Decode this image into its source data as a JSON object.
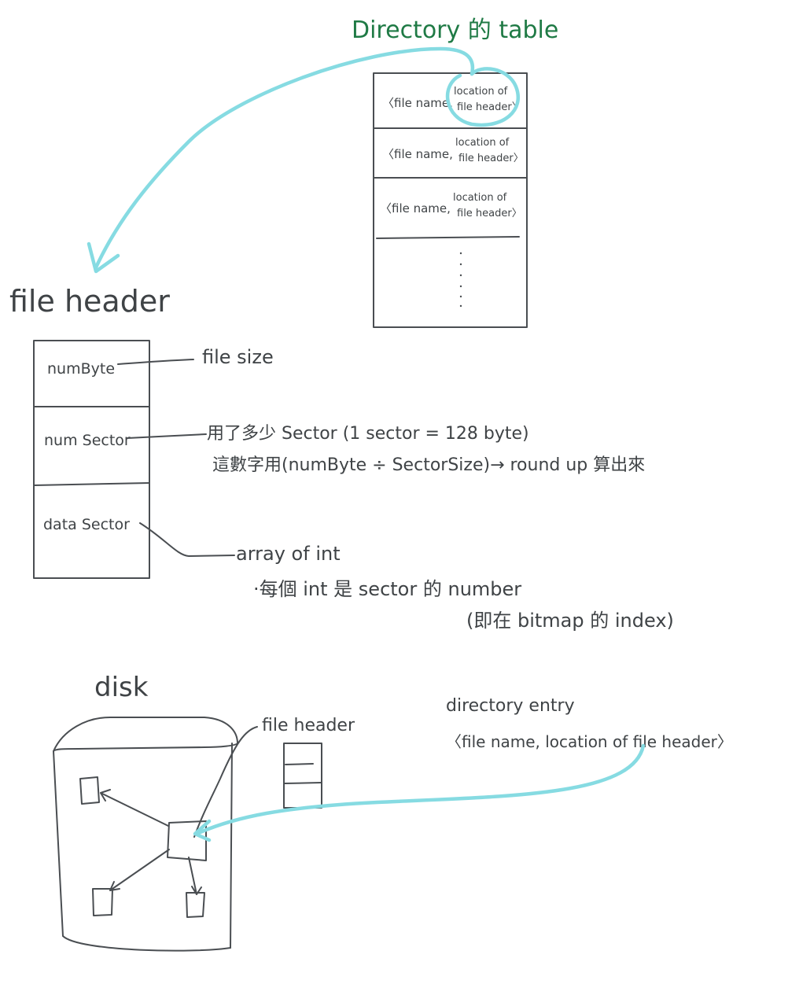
{
  "directory": {
    "title": "Directory 的 table",
    "entries": [
      {
        "name_part": "〈file name,",
        "loc_line1": "location of",
        "loc_line2": "file header〉"
      },
      {
        "name_part": "〈file name,",
        "loc_line1": "location of",
        "loc_line2": "file header〉"
      },
      {
        "name_part": "〈file name,",
        "loc_line1": "location of",
        "loc_line2": "file header〉"
      }
    ]
  },
  "file_header": {
    "title": "file header",
    "fields": [
      {
        "label": "numByte",
        "note_lines": [
          "file size"
        ]
      },
      {
        "label": "num Sector",
        "note_lines": [
          "用了多少 Sector (1 sector = 128 byte)",
          "這數字用(numByte ÷ SectorSize)→ round up 算出來"
        ]
      },
      {
        "label": "data Sector",
        "note_lines": [
          "array of int",
          "·每個 int 是 sector 的 number",
          "(即在 bitmap 的 index)"
        ]
      }
    ]
  },
  "disk": {
    "title": "disk",
    "file_header_label": "file header",
    "directory_entry_title": "directory entry",
    "directory_entry_text": "〈file name, location of file header〉"
  },
  "colors": {
    "ink": "#4a4e52",
    "highlight": "#86dbe2",
    "title_green": "#1f7a45"
  }
}
